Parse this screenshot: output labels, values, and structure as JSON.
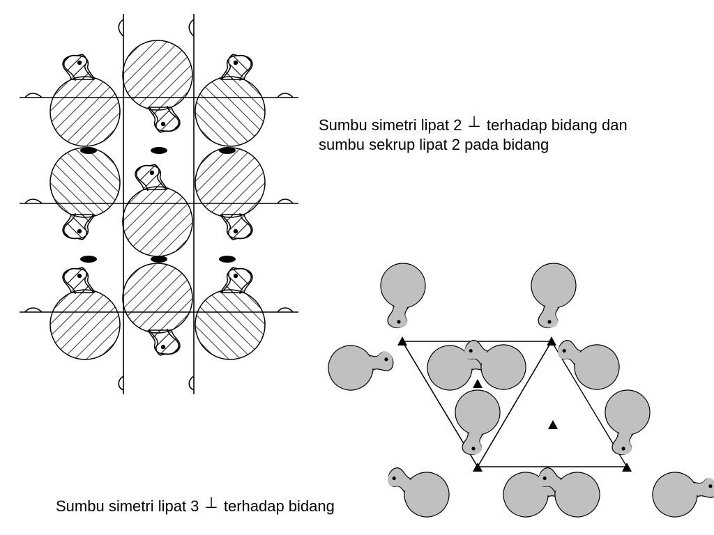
{
  "caption_twofold": {
    "line1_before": "Sumbu simetri lipat 2",
    "perp_symbol": "⊥",
    "line1_after": "terhadap bidang dan",
    "line2": "sumbu sekrup lipat 2 pada bidang"
  },
  "caption_threefold": {
    "before": "Sumbu simetri lipat 3",
    "perp_symbol": "⊥",
    "after": "terhadap bidang"
  },
  "colors": {
    "shape_fill_gray": "#c0c0c0",
    "ink": "#000000"
  }
}
